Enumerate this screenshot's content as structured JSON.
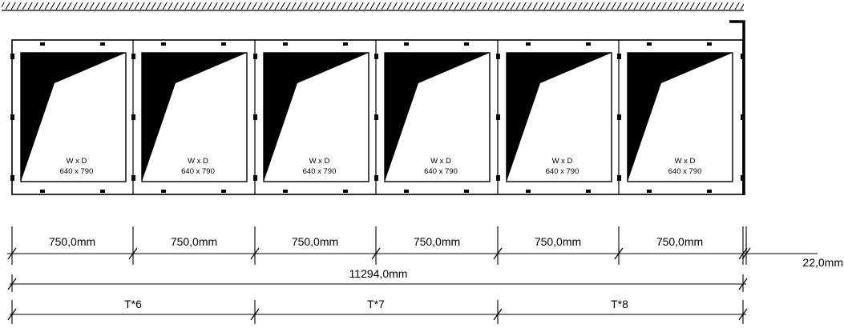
{
  "cabinets": [
    {
      "line1": "W x D",
      "line2": "640 x 790"
    },
    {
      "line1": "W x D",
      "line2": "640 x 790"
    },
    {
      "line1": "W x D",
      "line2": "640 x 790"
    },
    {
      "line1": "W x D",
      "line2": "640 x 790"
    },
    {
      "line1": "W x D",
      "line2": "640 x 790"
    },
    {
      "line1": "W x D",
      "line2": "640 x 790"
    }
  ],
  "dimensions": {
    "module_widths": [
      "750,0mm",
      "750,0mm",
      "750,0mm",
      "750,0mm",
      "750,0mm",
      "750,0mm"
    ],
    "side_gap": "22,0mm",
    "total": "11294,0mm",
    "groups": [
      "T*6",
      "T*7",
      "T*8"
    ]
  },
  "colors": {
    "line": "#000000",
    "fill": "#000000",
    "background": "#ffffff"
  }
}
